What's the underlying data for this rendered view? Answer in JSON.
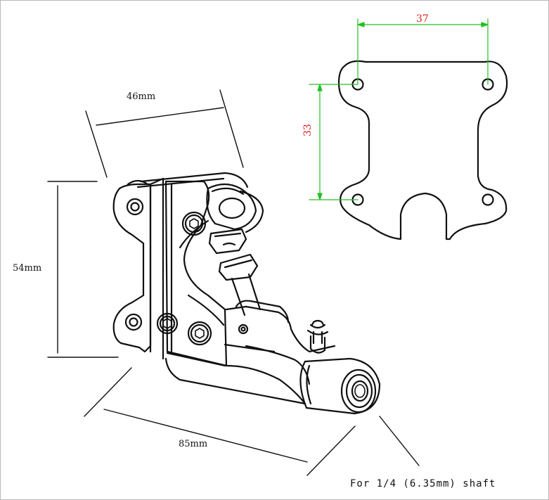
{
  "diagram": {
    "dimensions": {
      "width_top": "46mm",
      "height_left": "54mm",
      "length_bottom": "85mm",
      "plate_hole_spacing_x": "37",
      "plate_hole_spacing_y": "33"
    },
    "note": "For 1/4 (6.35mm) shaft",
    "colors": {
      "line": "#111111",
      "dimension_guide": "#22c022",
      "dimension_text_plate": "#e02020"
    }
  }
}
